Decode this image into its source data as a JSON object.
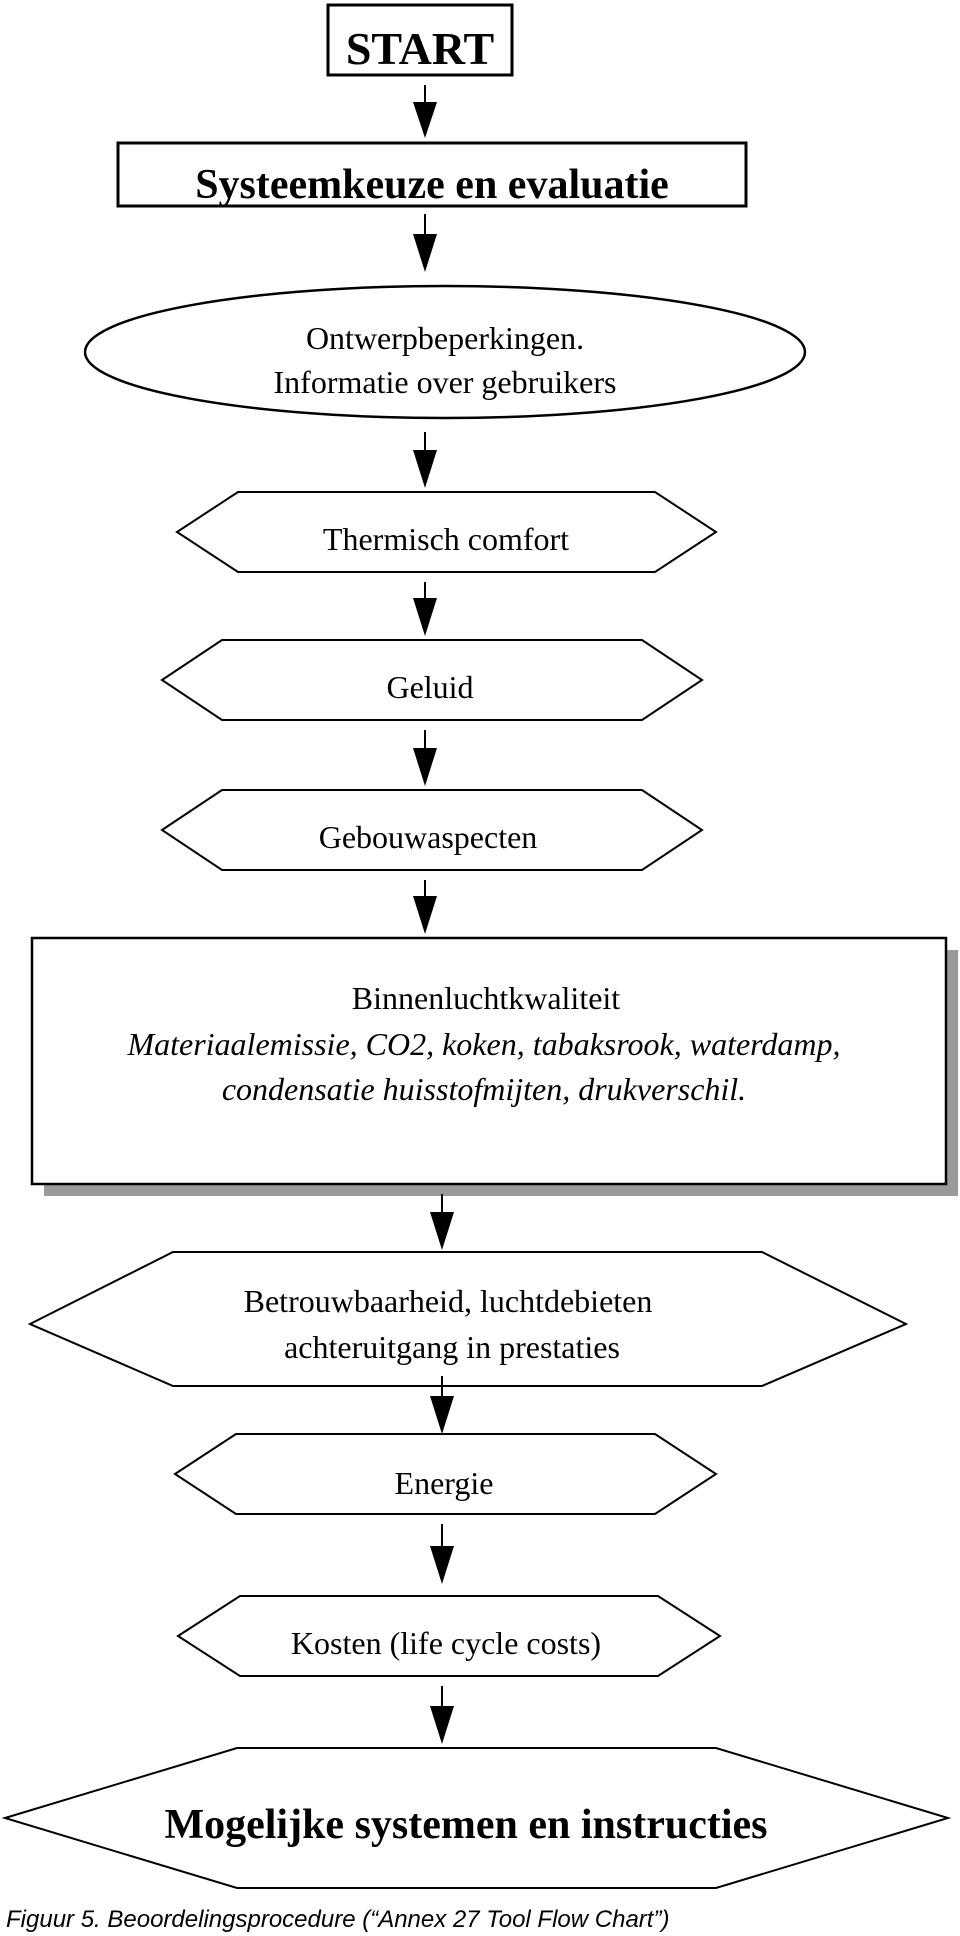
{
  "diagram": {
    "start": "START",
    "system_choice": "Systeemkeuze en evaluatie",
    "constraints_line1": "Ontwerpbeperkingen.",
    "constraints_line2": "Informatie over gebruikers",
    "thermal": "Thermisch comfort",
    "sound": "Geluid",
    "building": "Gebouwaspecten",
    "iaq_title": "Binnenluchtkwaliteit",
    "iaq_line1": "Materiaalemissie, CO2, koken, tabaksrook, waterdamp,",
    "iaq_line2": "condensatie huisstofmijten, drukverschil.",
    "reliability_line1": "Betrouwbaarheid, luchtdebieten",
    "reliability_line2": "achteruitgang in prestaties",
    "energy": "Energie",
    "costs": "Kosten (life cycle costs)",
    "outcome": "Mogelijke systemen en instructies"
  },
  "caption": "Figuur 5. Beoordelingsprocedure (“Annex 27 Tool Flow Chart”)"
}
